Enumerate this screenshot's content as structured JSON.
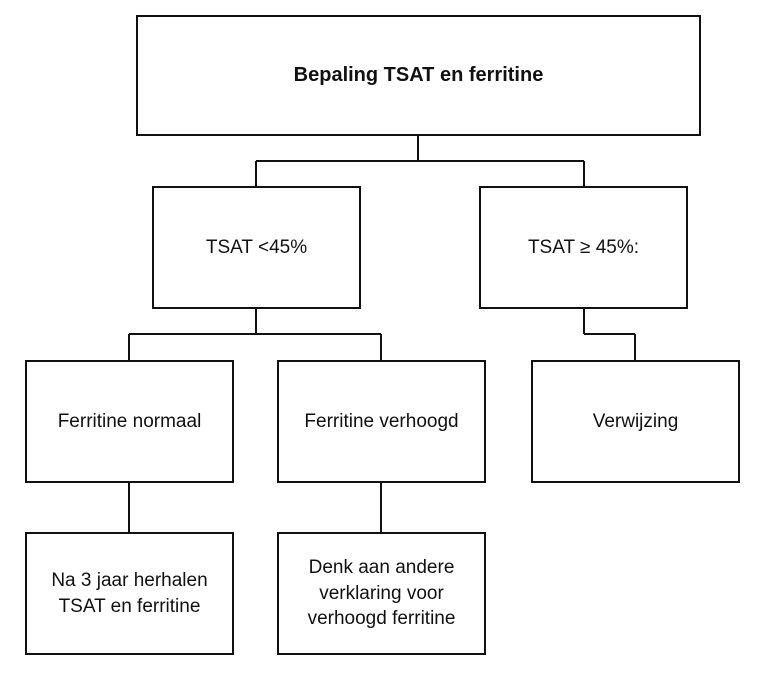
{
  "diagram": {
    "root": "Bepaling TSAT en ferritine",
    "tsat_low": "TSAT <45%",
    "tsat_high": "TSAT ≥ 45%:",
    "ferritine_normal": "Ferritine normaal",
    "ferritine_high": "Ferritine verhoogd",
    "referral": "Verwijzing",
    "repeat": [
      "Na 3 jaar herhalen",
      "TSAT en ferritine"
    ],
    "other_explanation": [
      "Denk aan andere",
      "verklaring voor",
      "verhoogd ferritine"
    ]
  }
}
